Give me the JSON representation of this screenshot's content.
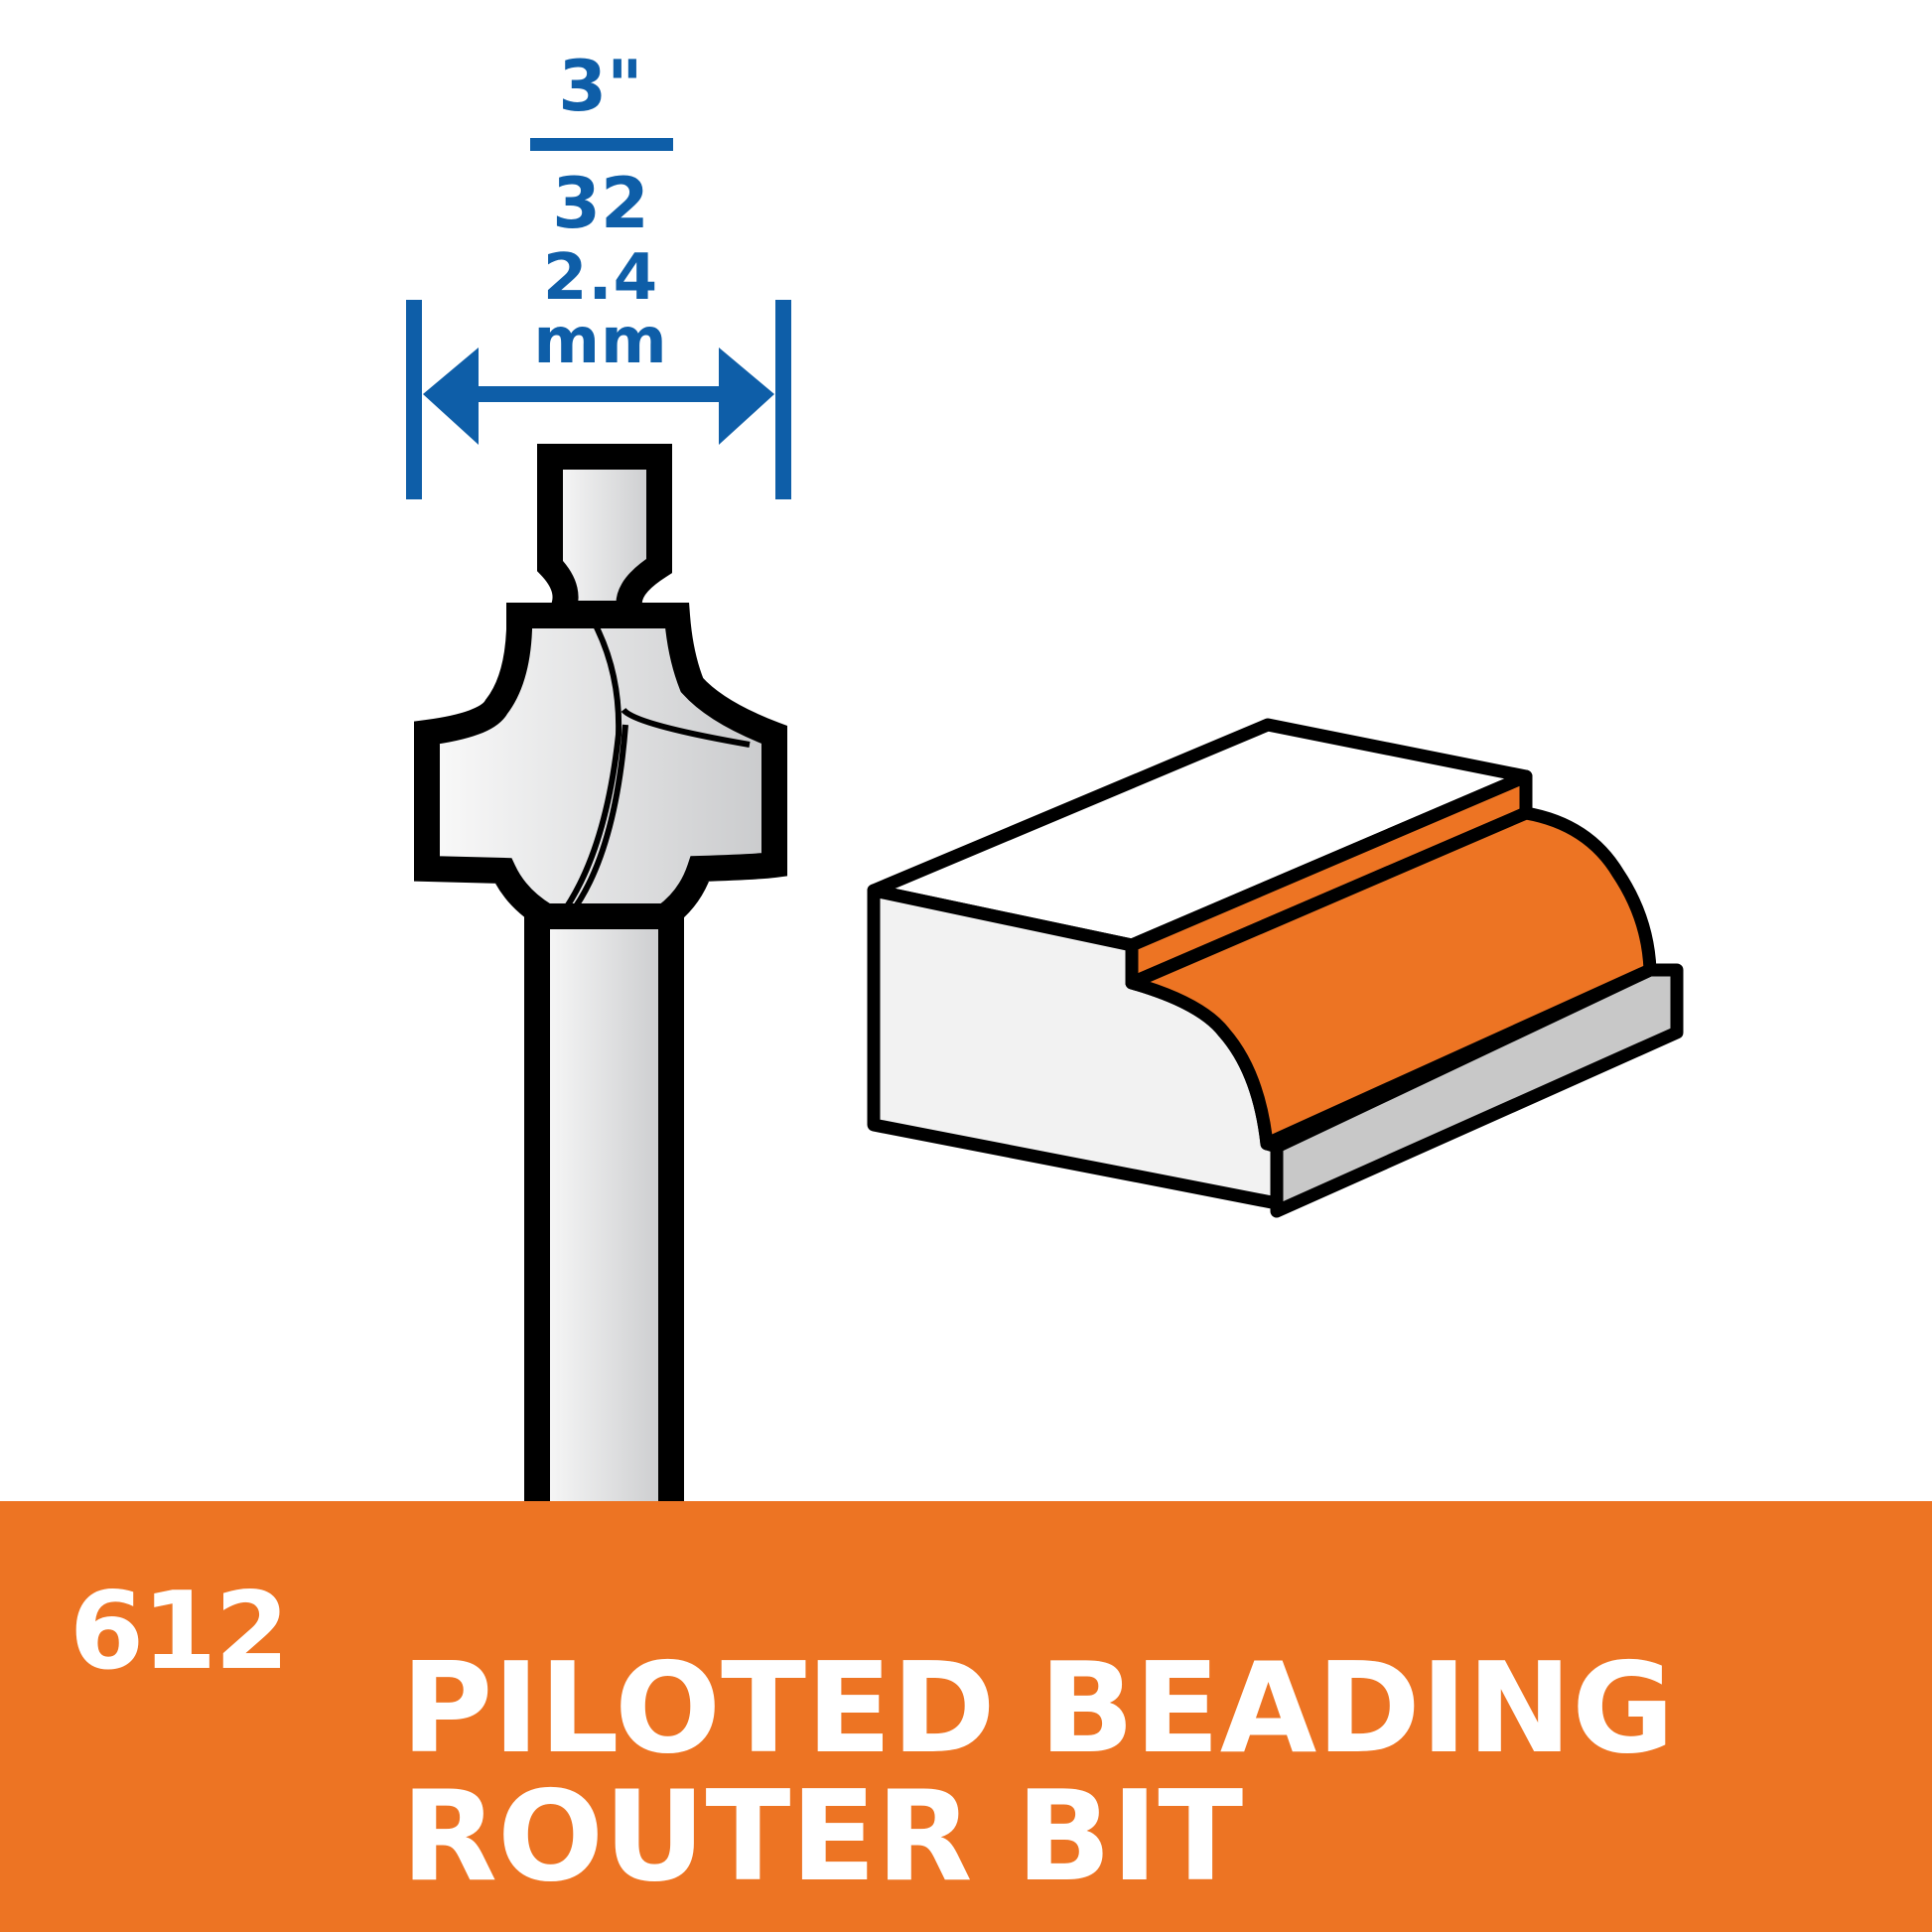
{
  "dimension": {
    "fraction_numerator": "3\"",
    "fraction_denominator": "32",
    "metric": "2.4 mm"
  },
  "product": {
    "number": "612",
    "title_line_1": "PILOTED BEADING",
    "title_line_2": "ROUTER BIT"
  },
  "colors": {
    "accent_orange": "#ed7423",
    "dimension_blue": "#0e5ea8",
    "outline": "#000000",
    "metal_light": "#f3f3f3",
    "metal_dark": "#c8c8c8"
  }
}
